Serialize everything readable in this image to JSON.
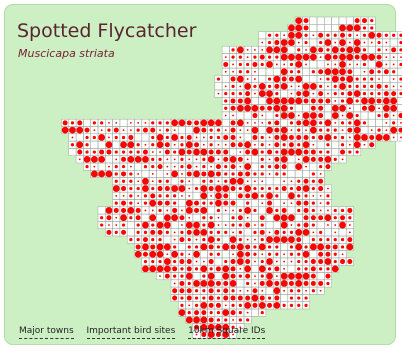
{
  "header": {
    "title": "Spotted Flycatcher",
    "species_latin": "Muscicapa striata"
  },
  "links": [
    {
      "label": "Major towns"
    },
    {
      "label": "Important bird sites"
    },
    {
      "label": "10km Square IDs"
    }
  ],
  "map": {
    "legend": "",
    "colors": {
      "panel_background": "#ccf0c3",
      "cell_fill": "#ffffff",
      "dot": "#ff0000",
      "title": "#5a2430"
    },
    "abundance_levels": [
      0,
      1,
      2,
      3,
      4
    ],
    "grid_rows": [
      {
        "row": 0,
        "start": 37,
        "levels": [
          4,
          3,
          0,
          0,
          0,
          0,
          0,
          0,
          3,
          3,
          2
        ]
      },
      {
        "row": 1,
        "start": 36,
        "levels": [
          4,
          4,
          3,
          0,
          0,
          0,
          0,
          4,
          4,
          4,
          2,
          2
        ]
      },
      {
        "row": 2,
        "start": 32,
        "levels": [
          0,
          2,
          2,
          1,
          4,
          4,
          2,
          1,
          3,
          2,
          2,
          3,
          2,
          1,
          2,
          4,
          3,
          2,
          2,
          2
        ]
      },
      {
        "row": 3,
        "start": 32,
        "levels": [
          1,
          2,
          3,
          4,
          4,
          1,
          2,
          0,
          2,
          4,
          1,
          4,
          1,
          4,
          1,
          1,
          2,
          1,
          0,
          2
        ]
      },
      {
        "row": 4,
        "start": 27,
        "levels": [
          0,
          2,
          4,
          1,
          1,
          1,
          4,
          4,
          4,
          0,
          2,
          1,
          4,
          3,
          2,
          4,
          3,
          4,
          4,
          2,
          0,
          2,
          1,
          3,
          2
        ]
      },
      {
        "row": 5,
        "start": 27,
        "levels": [
          1,
          2,
          2,
          1,
          2,
          3,
          2,
          2,
          4,
          4,
          4,
          4,
          4,
          1,
          4,
          3,
          4,
          4,
          3,
          4,
          4,
          3,
          1,
          1,
          1
        ]
      },
      {
        "row": 6,
        "start": 27,
        "levels": [
          3,
          1,
          2,
          2,
          3,
          2,
          4,
          1,
          1,
          2,
          4,
          1,
          0,
          0,
          1,
          1,
          4,
          1,
          1,
          2,
          0,
          4,
          1,
          1,
          2
        ]
      },
      {
        "row": 7,
        "start": 27,
        "levels": [
          1,
          1,
          2,
          2,
          1,
          0,
          0,
          0,
          4,
          2,
          2,
          0,
          2,
          3,
          4,
          4,
          4,
          3,
          0,
          1,
          3,
          2,
          3,
          2,
          0
        ]
      },
      {
        "row": 8,
        "start": 26,
        "levels": [
          2,
          0,
          3,
          4,
          1,
          1,
          0,
          2,
          4,
          3,
          3,
          4,
          0,
          0,
          1,
          2,
          4,
          3,
          4,
          2,
          2,
          2,
          1,
          0,
          1,
          2
        ]
      },
      {
        "row": 9,
        "start": 26,
        "levels": [
          0,
          1,
          2,
          1,
          4,
          2,
          4,
          2,
          3,
          4,
          1,
          1,
          4,
          4,
          2,
          1,
          2,
          4,
          2,
          2,
          2,
          2,
          3,
          2,
          1,
          1,
          3
        ]
      },
      {
        "row": 10,
        "start": 26,
        "levels": [
          1,
          2,
          2,
          2,
          3,
          1,
          4,
          4,
          2,
          0,
          1,
          3,
          4,
          1,
          3,
          1,
          2,
          2,
          3,
          4,
          2,
          2,
          2,
          3,
          3,
          2,
          3,
          4,
          4
        ]
      },
      {
        "row": 11,
        "start": 27,
        "levels": [
          2,
          3,
          3,
          4,
          0,
          0,
          4,
          4,
          4,
          4,
          4,
          3,
          3,
          3,
          3,
          1,
          2,
          4,
          2,
          4,
          4,
          3,
          4,
          4,
          0,
          4,
          3
        ]
      },
      {
        "row": 12,
        "start": 27,
        "levels": [
          2,
          3,
          4,
          4,
          4,
          3,
          3,
          4,
          4,
          2,
          0,
          0,
          3,
          3,
          0,
          4,
          4,
          1,
          0,
          3,
          4,
          1,
          4,
          4,
          0,
          1,
          3
        ]
      },
      {
        "row": 13,
        "start": 27,
        "levels": [
          1,
          1,
          0,
          0,
          3,
          1,
          0,
          2,
          4,
          4,
          1,
          4,
          4,
          3,
          0,
          4,
          1,
          4,
          2,
          0,
          0,
          2,
          3,
          1,
          3,
          0,
          2
        ]
      },
      {
        "row": 14,
        "start": 5,
        "levels": [
          3,
          2,
          3,
          0,
          2,
          2,
          1,
          1,
          0,
          1,
          1,
          1,
          2,
          2,
          2,
          4,
          4,
          3,
          3,
          4,
          4,
          4,
          0,
          3,
          4,
          1,
          1,
          1,
          2,
          3,
          0,
          2,
          3,
          4,
          4,
          2,
          4,
          1,
          2,
          2,
          4,
          2,
          0,
          0,
          1,
          2,
          1,
          1,
          1,
          0,
          0,
          3
        ]
      },
      {
        "row": 15,
        "start": 5,
        "levels": [
          4,
          4,
          4,
          3,
          1,
          1,
          2,
          3,
          1,
          1,
          2,
          3,
          3,
          1,
          2,
          1,
          0,
          0,
          4,
          3,
          2,
          2,
          1,
          3,
          1,
          1,
          4,
          0,
          4,
          3,
          4,
          1,
          2,
          1,
          4,
          2,
          2,
          2,
          1,
          3,
          4,
          0,
          1,
          2,
          1,
          4,
          3,
          4,
          2,
          1,
          2,
          4
        ]
      },
      {
        "row": 16,
        "start": 6,
        "levels": [
          1,
          0,
          2,
          2,
          4,
          1,
          2,
          2,
          3,
          0,
          0,
          2,
          4,
          2,
          4,
          2,
          3,
          1,
          1,
          2,
          2,
          3,
          3,
          1,
          0,
          3,
          2,
          1,
          3,
          4,
          3,
          3,
          3,
          2,
          3,
          4,
          2,
          2,
          1,
          4,
          4,
          3,
          4,
          4,
          1,
          1,
          2,
          0
        ]
      },
      {
        "row": 17,
        "start": 6,
        "levels": [
          2,
          4,
          2,
          0,
          0,
          4,
          0,
          4,
          4,
          2,
          1,
          2,
          4,
          3,
          1,
          2,
          4,
          3,
          1,
          2,
          1,
          1,
          3,
          3,
          4,
          1,
          2,
          1,
          3,
          2,
          3,
          2,
          4,
          1,
          0,
          2,
          0,
          2,
          1,
          4,
          1,
          3
        ]
      },
      {
        "row": 18,
        "start": 6,
        "levels": [
          0,
          3,
          2,
          2,
          3,
          3,
          2,
          2,
          2,
          2,
          3,
          1,
          1,
          3,
          2,
          4,
          3,
          4,
          4,
          3,
          3,
          3,
          0,
          1,
          3,
          4,
          2,
          3,
          2,
          4,
          4,
          4,
          3,
          3,
          2,
          2,
          0,
          3,
          2,
          2
        ]
      },
      {
        "row": 19,
        "start": 7,
        "levels": [
          1,
          4,
          4,
          4,
          0,
          1,
          3,
          4,
          4,
          4,
          2,
          2,
          1,
          1,
          2,
          1,
          1,
          2,
          4,
          1,
          3,
          4,
          3,
          1,
          0,
          2,
          1,
          3,
          4,
          0,
          1,
          4,
          3,
          3,
          4,
          2,
          1
        ]
      },
      {
        "row": 20,
        "start": 8,
        "levels": [
          2,
          1,
          0,
          1,
          2,
          2,
          1,
          0,
          2,
          2,
          3,
          1,
          1,
          2,
          3,
          1,
          2,
          1,
          3,
          2,
          3,
          1,
          4,
          0,
          2,
          2,
          3,
          3,
          0,
          4,
          1,
          0,
          2,
          3
        ]
      },
      {
        "row": 21,
        "start": 9,
        "levels": [
          4,
          4,
          4,
          2,
          3,
          2,
          1,
          0,
          1,
          0,
          1,
          4,
          1,
          3,
          4,
          3,
          4,
          3,
          2,
          2,
          3,
          3,
          2,
          2,
          1,
          2,
          2,
          0,
          0,
          0,
          2,
          1
        ]
      },
      {
        "row": 22,
        "start": 12,
        "levels": [
          2,
          2,
          2,
          1,
          4,
          1,
          2,
          2,
          0,
          2,
          1,
          0,
          2,
          2,
          1,
          2,
          4,
          4,
          1,
          1,
          1,
          0,
          0,
          1,
          1,
          2,
          3,
          2,
          3
        ]
      },
      {
        "row": 23,
        "start": 12,
        "levels": [
          4,
          3,
          2,
          2,
          4,
          2,
          3,
          3,
          4,
          4,
          1,
          2,
          4,
          3,
          4,
          4,
          3,
          2,
          4,
          2,
          2,
          2,
          2,
          3,
          2,
          3,
          4,
          2,
          3,
          1
        ]
      },
      {
        "row": 24,
        "start": 12,
        "levels": [
          1,
          1,
          2,
          1,
          2,
          3,
          2,
          2,
          2,
          1,
          1,
          0,
          4,
          1,
          4,
          3,
          0,
          3,
          3,
          4,
          2,
          4,
          2,
          0,
          4,
          2,
          2,
          1,
          1,
          2
        ]
      },
      {
        "row": 25,
        "start": 12,
        "levels": [
          2,
          3,
          2,
          1,
          2,
          4,
          3,
          3,
          2,
          0,
          4,
          3,
          2,
          2,
          4,
          3,
          3,
          0,
          2,
          0,
          1,
          3,
          0,
          1,
          1,
          3,
          3,
          2,
          1,
          2
        ]
      },
      {
        "row": 26,
        "start": 10,
        "levels": [
          0,
          4,
          3,
          3,
          4,
          3,
          1,
          1,
          2,
          1,
          3,
          1,
          4,
          3,
          4,
          0,
          2,
          1,
          1,
          2,
          4,
          2,
          0,
          4,
          2,
          3,
          0,
          2,
          3,
          2,
          1,
          1,
          2,
          2,
          3
        ]
      },
      {
        "row": 27,
        "start": 10,
        "levels": [
          2,
          3,
          1,
          4,
          2,
          3,
          0,
          4,
          0,
          4,
          4,
          3,
          1,
          0,
          2,
          2,
          1,
          0,
          2,
          3,
          1,
          0,
          3,
          0,
          4,
          4,
          4,
          0,
          3,
          3,
          3,
          4,
          2,
          3,
          2
        ]
      },
      {
        "row": 28,
        "start": 10,
        "levels": [
          2,
          1,
          1,
          2,
          0,
          2,
          4,
          2,
          4,
          4,
          0,
          1,
          4,
          4,
          2,
          4,
          1,
          1,
          2,
          2,
          3,
          1,
          2,
          0,
          0,
          4,
          1,
          2,
          3,
          2,
          0,
          1,
          1,
          4,
          1
        ]
      },
      {
        "row": 29,
        "start": 11,
        "levels": [
          3,
          2,
          3,
          0,
          2,
          2,
          3,
          3,
          2,
          1,
          2,
          3,
          4,
          4,
          2,
          2,
          2,
          1,
          2,
          0,
          2,
          3,
          1,
          3,
          2,
          2,
          4,
          4,
          1,
          2,
          0,
          1,
          0,
          1
        ]
      },
      {
        "row": 30,
        "start": 14,
        "levels": [
          2,
          2,
          3,
          2,
          2,
          0,
          1,
          3,
          2,
          1,
          2,
          4,
          2,
          0,
          4,
          2,
          1,
          1,
          2,
          4,
          4,
          4,
          4,
          3,
          0,
          2,
          2,
          2,
          2,
          2,
          3
        ]
      },
      {
        "row": 31,
        "start": 15,
        "levels": [
          3,
          4,
          3,
          4,
          4,
          2,
          0,
          2,
          2,
          4,
          3,
          2,
          4,
          3,
          4,
          3,
          2,
          4,
          2,
          2,
          0,
          2,
          4,
          2,
          4,
          4,
          3,
          3,
          2,
          4
        ]
      },
      {
        "row": 32,
        "start": 15,
        "levels": [
          4,
          3,
          4,
          4,
          1,
          4,
          2,
          1,
          4,
          0,
          2,
          2,
          0,
          1,
          4,
          3,
          2,
          1,
          2,
          2,
          1,
          2,
          2,
          4,
          0,
          3,
          3,
          2,
          1
        ]
      },
      {
        "row": 33,
        "start": 16,
        "levels": [
          2,
          2,
          2,
          4,
          2,
          3,
          3,
          1,
          1,
          3,
          0,
          2,
          3,
          4,
          3,
          1,
          2,
          4,
          1,
          1,
          1,
          2,
          2,
          3,
          3,
          4,
          2,
          3,
          3
        ]
      },
      {
        "row": 34,
        "start": 16,
        "levels": [
          4,
          4,
          4,
          4,
          3,
          2,
          3,
          2,
          4,
          2,
          3,
          4,
          3,
          1,
          4,
          0,
          4,
          2,
          3,
          1,
          0,
          2,
          2,
          3,
          2,
          2,
          4
        ]
      },
      {
        "row": 35,
        "start": 18,
        "levels": [
          1,
          3,
          2,
          2,
          4,
          0,
          2,
          4,
          0,
          4,
          3,
          2,
          3,
          1,
          2,
          4,
          1,
          4,
          4,
          4,
          4,
          3,
          0,
          3
        ]
      },
      {
        "row": 36,
        "start": 20,
        "levels": [
          1,
          3,
          2,
          4,
          4,
          4,
          3,
          3,
          4,
          0,
          2,
          1,
          3,
          4,
          3,
          4,
          3,
          4,
          3,
          3,
          3,
          2
        ]
      },
      {
        "row": 37,
        "start": 20,
        "levels": [
          3,
          3,
          3,
          2,
          2,
          3,
          2,
          3,
          2,
          1,
          1,
          3,
          1,
          0,
          4,
          1,
          2,
          2,
          1,
          2,
          1
        ]
      },
      {
        "row": 38,
        "start": 20,
        "levels": [
          3,
          2,
          3,
          2,
          2,
          3,
          2,
          3,
          3,
          3,
          3,
          4,
          3,
          2,
          3,
          0,
          2,
          2,
          2
        ]
      },
      {
        "row": 39,
        "start": 21,
        "levels": [
          2,
          1,
          2,
          4,
          3,
          3,
          1,
          2,
          2,
          4,
          3,
          4,
          3,
          4,
          2,
          2,
          2,
          2
        ]
      },
      {
        "row": 40,
        "start": 21,
        "levels": [
          4,
          2,
          3,
          3,
          2,
          2,
          4,
          3,
          2,
          1,
          0,
          2
        ]
      },
      {
        "row": 41,
        "start": 22,
        "levels": [
          4,
          4,
          4,
          3,
          2,
          2,
          1,
          2,
          2
        ]
      },
      {
        "row": 42,
        "start": 23,
        "levels": [
          3,
          4,
          4,
          4,
          4,
          2,
          1
        ]
      },
      {
        "row": 43,
        "start": 23,
        "levels": [
          1,
          3,
          4,
          3,
          4,
          1
        ]
      }
    ]
  }
}
